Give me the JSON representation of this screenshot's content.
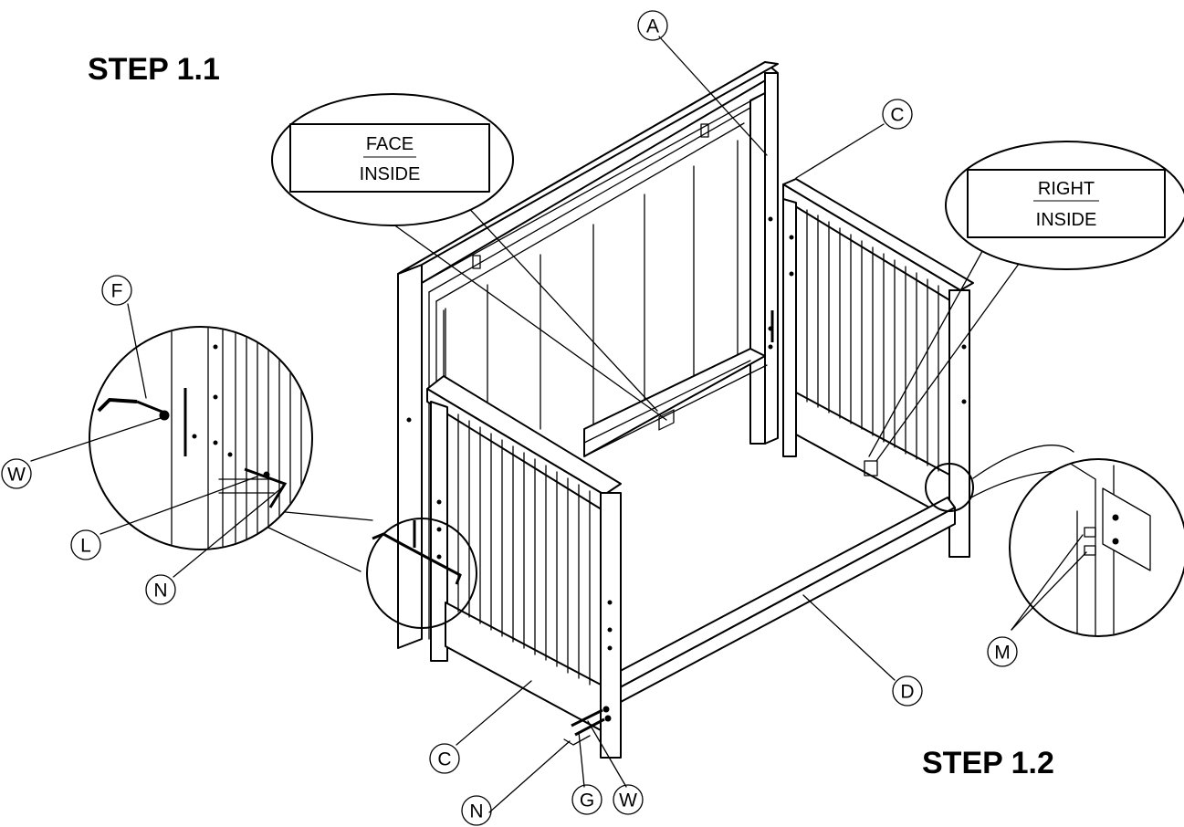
{
  "steps": {
    "first": "STEP 1.1",
    "second": "STEP 1.2"
  },
  "notes": {
    "face_panel": {
      "top": "FACE",
      "bottom": "INSIDE"
    },
    "right_panel": {
      "top": "RIGHT",
      "bottom": "INSIDE"
    }
  },
  "parts": {
    "A": "A",
    "C_upper": "C",
    "C_lower": "C",
    "D": "D",
    "F": "F",
    "W_left": "W",
    "L": "L",
    "N_left": "N",
    "N_bottom": "N",
    "G": "G",
    "W_bottom": "W",
    "M": "M"
  }
}
